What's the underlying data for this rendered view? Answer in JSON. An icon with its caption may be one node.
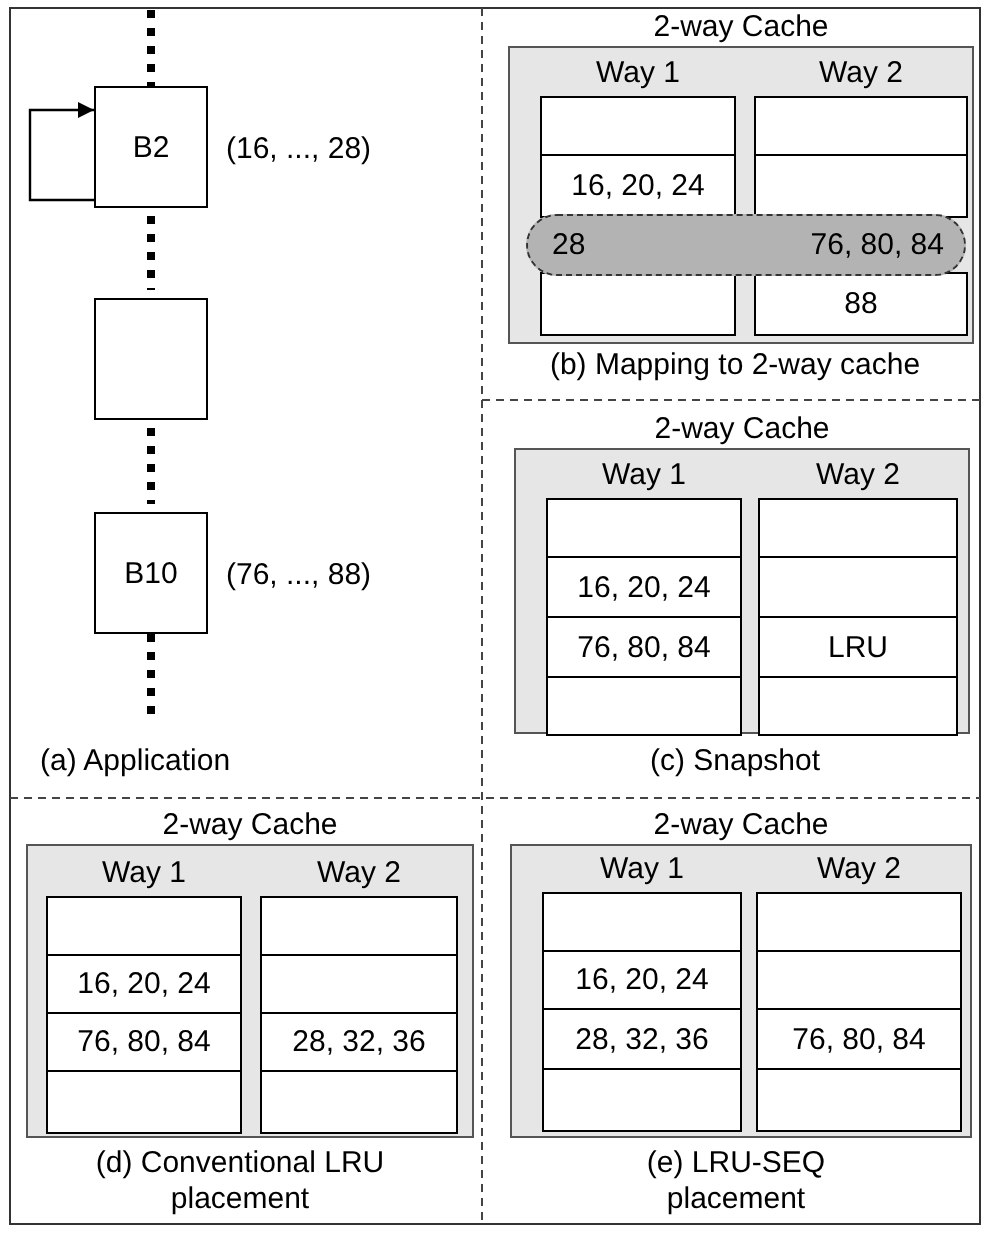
{
  "diagram": {
    "nodes": [
      {
        "text": [
          "B2"
        ],
        "beside": [
          "(16, ..., 28)"
        ]
      },
      {
        "text": [],
        "shape": "box"
      },
      {
        "text": [
          "B10"
        ],
        "beside": [
          "(76, ..., 88)"
        ]
      },
      {
        "text": [
          "2-way Cache"
        ]
      },
      {
        "text": [
          "Way 1"
        ],
        "in": 3
      },
      {
        "text": [],
        "shape": "box",
        "in": 4
      },
      {
        "text": [
          "16, 20, 24"
        ],
        "in": 4
      },
      {
        "text": [],
        "shape": "box",
        "in": 4
      },
      {
        "text": [
          "Way 2"
        ],
        "in": 3
      },
      {
        "text": [],
        "shape": "box",
        "in": 8
      },
      {
        "text": [],
        "shape": "box",
        "in": 8
      },
      {
        "text": [
          "88"
        ],
        "in": 8
      },
      {
        "text": [
          "28",
          "76, 80, 84"
        ],
        "in": 3
      },
      {
        "text": [
          "2-way Cache"
        ]
      },
      {
        "text": [
          "Way 1"
        ],
        "in": 13
      },
      {
        "text": [],
        "shape": "box",
        "in": 14
      },
      {
        "text": [
          "16, 20, 24"
        ],
        "in": 14
      },
      {
        "text": [
          "76, 80, 84"
        ],
        "in": 14
      },
      {
        "text": [],
        "shape": "box",
        "in": 14
      },
      {
        "text": [
          "Way 2"
        ],
        "in": 13
      },
      {
        "text": [],
        "shape": "box",
        "in": 19
      },
      {
        "text": [],
        "shape": "box",
        "in": 19
      },
      {
        "text": [
          "LRU"
        ],
        "in": 19
      },
      {
        "text": [],
        "shape": "box",
        "in": 19
      },
      {
        "text": [
          "2-way Cache"
        ]
      },
      {
        "text": [
          "Way 1"
        ],
        "in": 24
      },
      {
        "text": [],
        "shape": "box",
        "in": 25
      },
      {
        "text": [
          "16, 20, 24"
        ],
        "in": 25
      },
      {
        "text": [
          "76, 80, 84"
        ],
        "in": 25
      },
      {
        "text": [],
        "shape": "box",
        "in": 25
      },
      {
        "text": [
          "Way 2"
        ],
        "in": 24
      },
      {
        "text": [],
        "shape": "box",
        "in": 30
      },
      {
        "text": [],
        "shape": "box",
        "in": 30
      },
      {
        "text": [
          "28, 32, 36"
        ],
        "in": 30
      },
      {
        "text": [],
        "shape": "box",
        "in": 30
      },
      {
        "text": [
          "2-way Cache"
        ]
      },
      {
        "text": [
          "Way 1"
        ],
        "in": 35
      },
      {
        "text": [],
        "shape": "box",
        "in": 36
      },
      {
        "text": [
          "16, 20, 24"
        ],
        "in": 36
      },
      {
        "text": [
          "28, 32, 36"
        ],
        "in": 36
      },
      {
        "text": [],
        "shape": "box",
        "in": 36
      },
      {
        "text": [
          "Way 2"
        ],
        "in": 35
      },
      {
        "text": [],
        "shape": "box",
        "in": 41
      },
      {
        "text": [],
        "shape": "box",
        "in": 41
      },
      {
        "text": [
          "76, 80, 84"
        ],
        "in": 41
      },
      {
        "text": [],
        "shape": "box",
        "in": 41
      }
    ],
    "edges": [
      {
        "from": null,
        "to": 0,
        "arrow": "none",
        "style": "dashed"
      },
      {
        "from": 0,
        "to": 1,
        "arrow": "none",
        "style": "dashed"
      },
      {
        "from": 1,
        "to": 2,
        "arrow": "none",
        "style": "dashed"
      },
      {
        "from": 2,
        "to": null,
        "arrow": "none",
        "style": "dashed"
      },
      {
        "from": 0,
        "to": 0,
        "arrow": "to"
      }
    ],
    "labels": [
      "(a) Application",
      "(b) Mapping to 2-way cache",
      "(c) Snapshot",
      "(d) Conventional LRU placement",
      "(e) LRU-SEQ placement"
    ]
  }
}
